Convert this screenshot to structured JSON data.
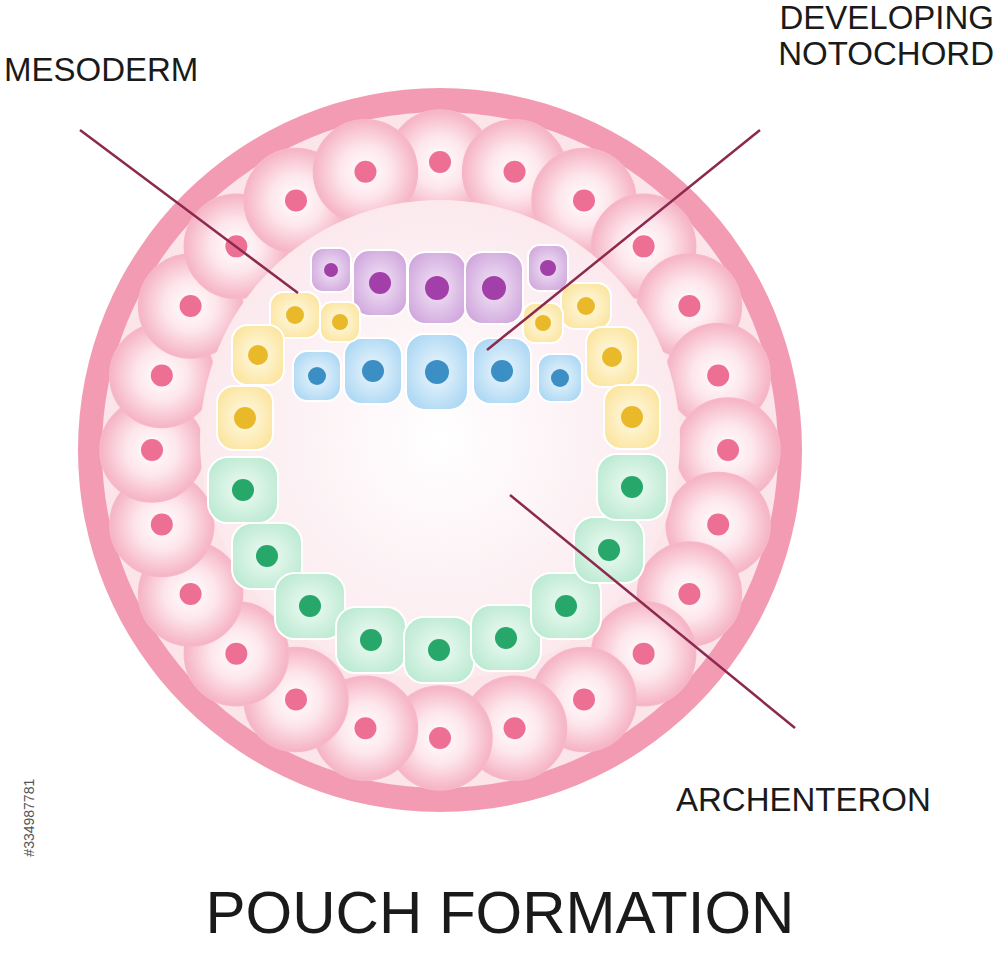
{
  "diagram": {
    "title": "POUCH FORMATION",
    "labels": [
      "MESODERM",
      "DEVELOPING NOTOCHORD",
      "ARCHENTERON",
      "#334987781"
    ]
  }
}
